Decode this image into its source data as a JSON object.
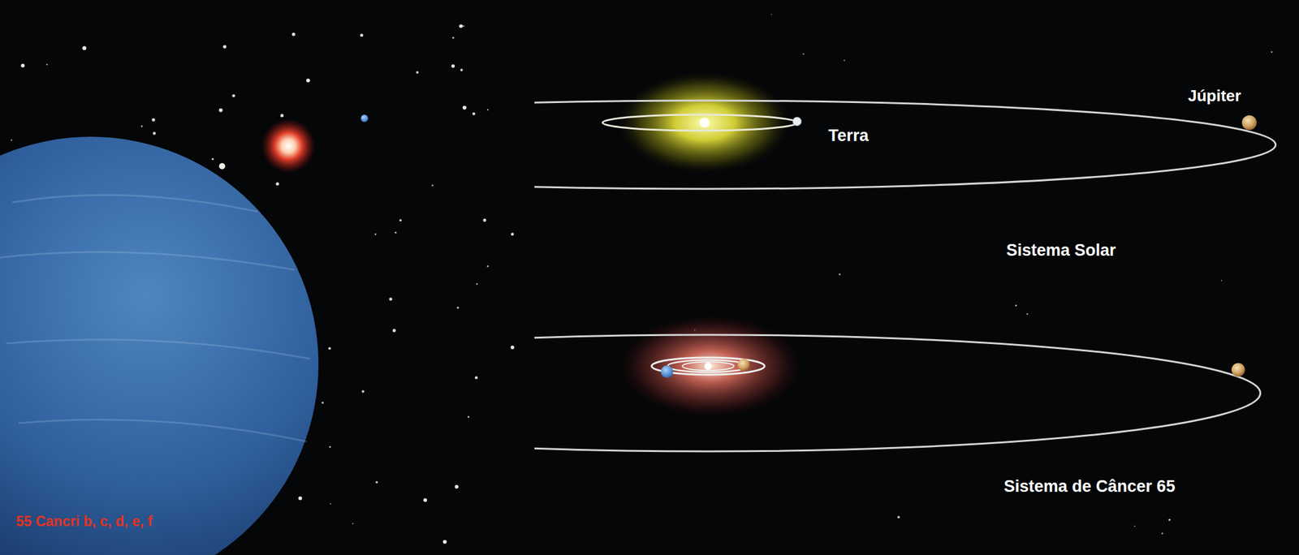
{
  "diagram": {
    "labels": [
      "Júpiter",
      "Terra",
      "Sistema Solar",
      "Sistema de Câncer 65",
      "55 Cancri b, c, d, e, f"
    ]
  }
}
